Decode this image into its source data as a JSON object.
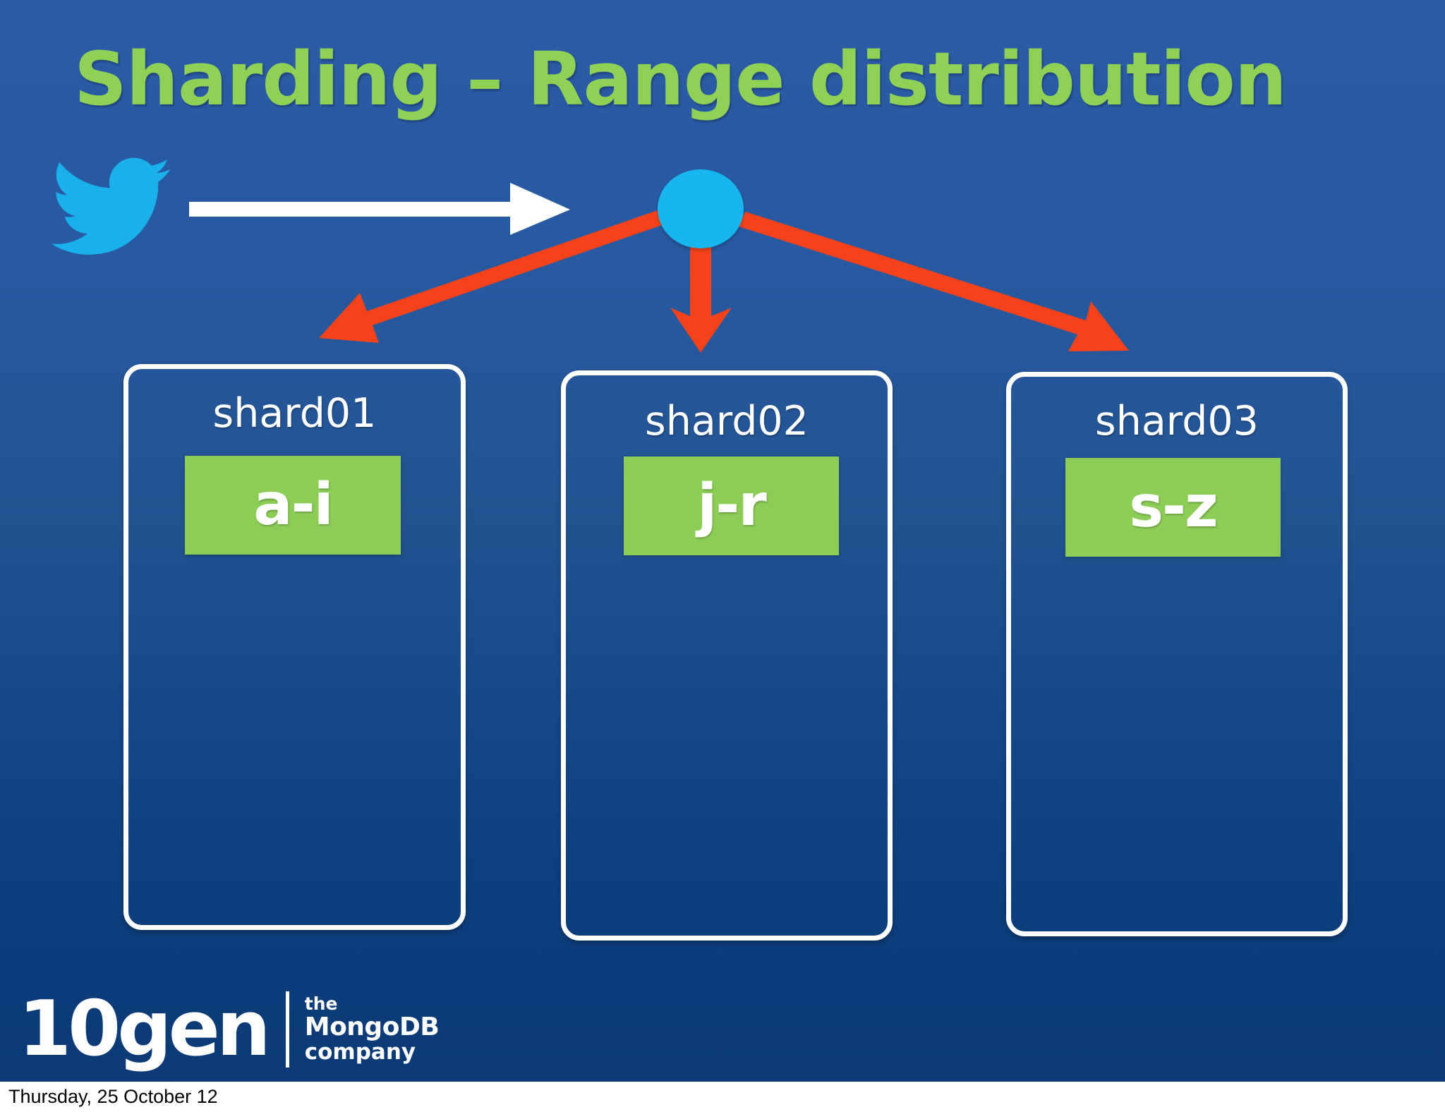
{
  "slide": {
    "title": "Sharding – Range distribution",
    "theme": {
      "background_top": "#2a5ba5",
      "background_bottom": "#0b3a76",
      "title_color": "#8ed155",
      "accent_green": "#8ccd56",
      "arrow_red": "#f6421a",
      "router_blue": "#18b6f0",
      "twitter_blue": "#19b0ec",
      "outline_white": "#ffffff"
    }
  },
  "diagram": {
    "source": {
      "icon": "twitter-bird-icon",
      "label": ""
    },
    "ingest_arrow": {
      "icon": "right-arrow-icon",
      "color": "#ffffff"
    },
    "router": {
      "icon": "router-node-icon",
      "color": "#18b6f0"
    },
    "fanout_arrows": [
      {
        "icon": "arrow-down-left-icon",
        "color": "#f6421a",
        "target": "shard01"
      },
      {
        "icon": "arrow-down-icon",
        "color": "#f6421a",
        "target": "shard02"
      },
      {
        "icon": "arrow-down-right-icon",
        "color": "#f6421a",
        "target": "shard03"
      }
    ],
    "shards": [
      {
        "name": "shard01",
        "range": "a-i"
      },
      {
        "name": "shard02",
        "range": "j-r"
      },
      {
        "name": "shard03",
        "range": "s-z"
      }
    ]
  },
  "branding": {
    "wordmark": "10gen",
    "tagline_line_1": "the",
    "tagline_line_2": "MongoDB",
    "tagline_line_3": "company"
  },
  "footer": {
    "date": "Thursday, 25 October 12"
  }
}
